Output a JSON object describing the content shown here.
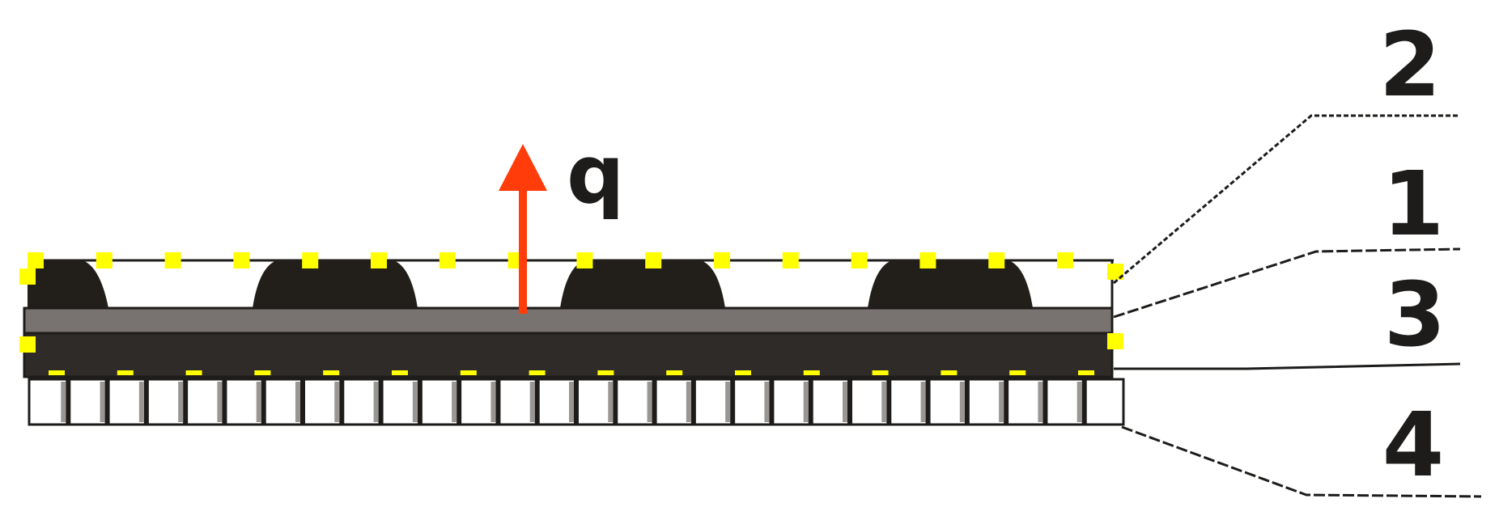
{
  "arrow": {
    "label": "q",
    "color": "#ff3c0a"
  },
  "callouts": [
    {
      "label": "2"
    },
    {
      "label": "1"
    },
    {
      "label": "3"
    },
    {
      "label": "4"
    }
  ],
  "colors": {
    "dark_fill": "#221e1a",
    "base_layer": "#2f2b28",
    "gray_layer": "#787270",
    "marker": "#ffff00",
    "outline": "#1e1c1a"
  },
  "counts": {
    "domes": 4,
    "top_markers": 16,
    "base_dashes": 16,
    "grid_cells": 28
  }
}
